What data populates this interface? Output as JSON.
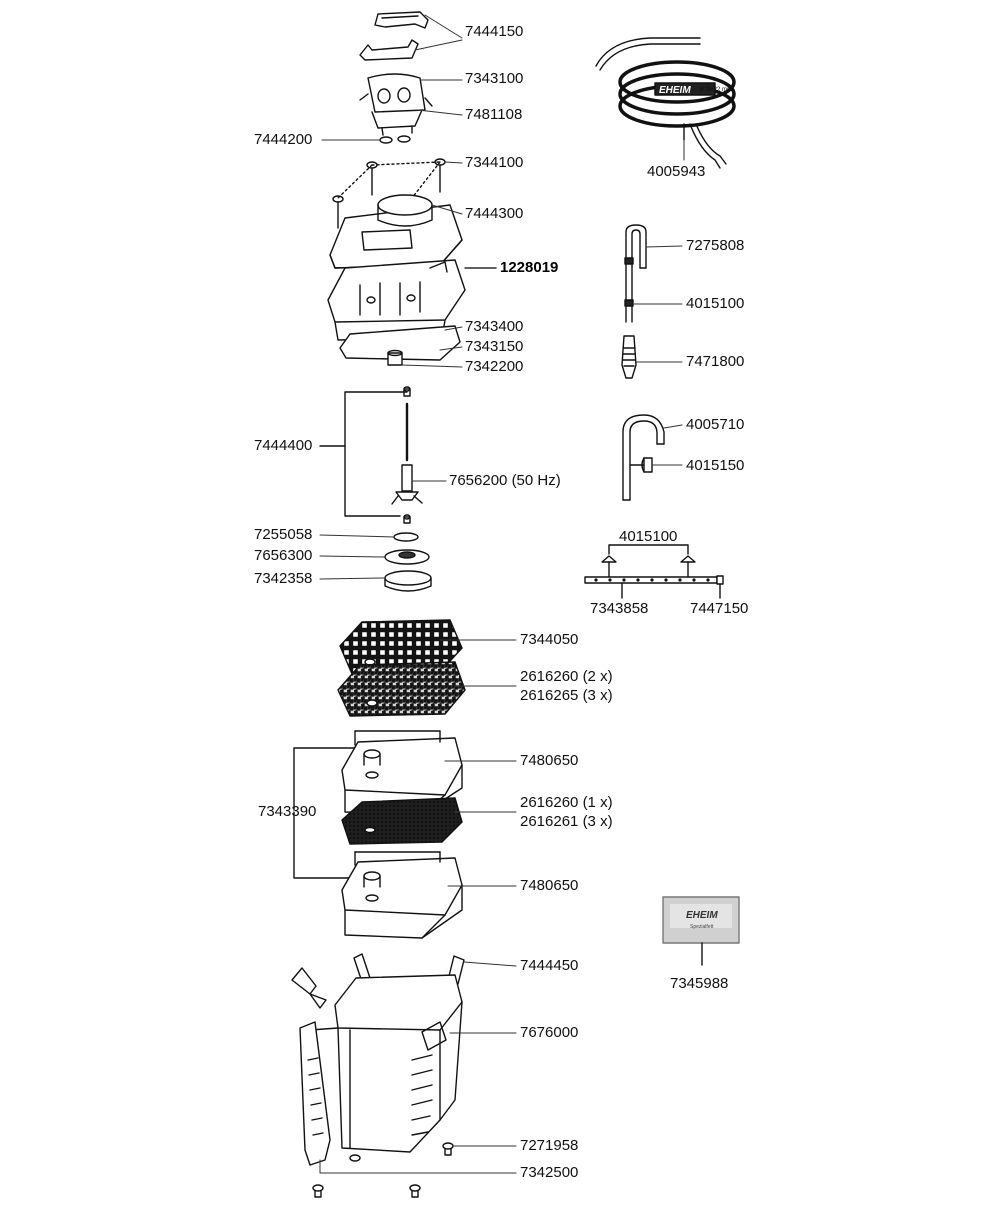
{
  "brand": "EHEIM",
  "hose_size_text": "ø 16/22 mm",
  "packet_subtext": "Spezialfett",
  "parts": [
    {
      "id": "7444150",
      "label": "7444150"
    },
    {
      "id": "7343100",
      "label": "7343100"
    },
    {
      "id": "7481108",
      "label": "7481108"
    },
    {
      "id": "7444200",
      "label": "7444200"
    },
    {
      "id": "7344100",
      "label": "7344100"
    },
    {
      "id": "7444300",
      "label": "7444300"
    },
    {
      "id": "1228019",
      "label": "1228019"
    },
    {
      "id": "7343400",
      "label": "7343400"
    },
    {
      "id": "7343150",
      "label": "7343150"
    },
    {
      "id": "7342200",
      "label": "7342200"
    },
    {
      "id": "7444400",
      "label": "7444400"
    },
    {
      "id": "7656200",
      "label": "7656200 (50 Hz)"
    },
    {
      "id": "7255058",
      "label": "7255058"
    },
    {
      "id": "7656300",
      "label": "7656300"
    },
    {
      "id": "7342358",
      "label": "7342358"
    },
    {
      "id": "7344050",
      "label": "7344050"
    },
    {
      "id": "2616260a",
      "label": "2616260 (2 x)"
    },
    {
      "id": "2616265",
      "label": "2616265 (3 x)"
    },
    {
      "id": "7343390",
      "label": "7343390"
    },
    {
      "id": "7480650a",
      "label": "7480650"
    },
    {
      "id": "2616260b",
      "label": "2616260 (1 x)"
    },
    {
      "id": "2616261",
      "label": "2616261 (3 x)"
    },
    {
      "id": "7480650b",
      "label": "7480650"
    },
    {
      "id": "7444450",
      "label": "7444450"
    },
    {
      "id": "7676000",
      "label": "7676000"
    },
    {
      "id": "7271958",
      "label": "7271958"
    },
    {
      "id": "7342500",
      "label": "7342500"
    },
    {
      "id": "4005943",
      "label": "4005943"
    },
    {
      "id": "7275808",
      "label": "7275808"
    },
    {
      "id": "4015100a",
      "label": "4015100"
    },
    {
      "id": "7471800",
      "label": "7471800"
    },
    {
      "id": "4005710",
      "label": "4005710"
    },
    {
      "id": "4015150",
      "label": "4015150"
    },
    {
      "id": "4015100b",
      "label": "4015100"
    },
    {
      "id": "7343858",
      "label": "7343858"
    },
    {
      "id": "7447150",
      "label": "7447150"
    },
    {
      "id": "7345988",
      "label": "7345988"
    }
  ]
}
